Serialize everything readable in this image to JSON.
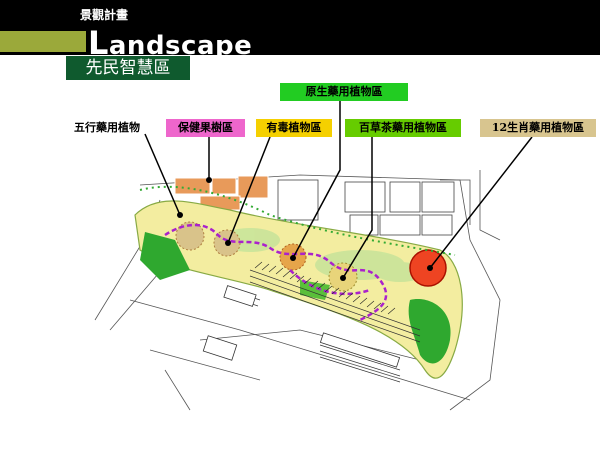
{
  "header": {
    "section_label": "景觀計畫",
    "title_initial": "L",
    "title_rest": "andscape",
    "subtitle": "先民智慧區"
  },
  "legend": {
    "top_label": "原生藥用植物區",
    "items": [
      "五行藥用植物",
      "保健果樹區",
      "有毒植物區",
      "百草茶藥用植物區",
      "12生肖藥用植物區"
    ]
  },
  "colors": {
    "header": "#000000",
    "accent_olive": "#9ba93a",
    "subtitle_bg": "#0f5a2e",
    "pink": "#ee66cc",
    "yellow": "#f5d000",
    "green": "#66cc00",
    "tan": "#d8c58f",
    "bright_green": "#22cc22"
  }
}
